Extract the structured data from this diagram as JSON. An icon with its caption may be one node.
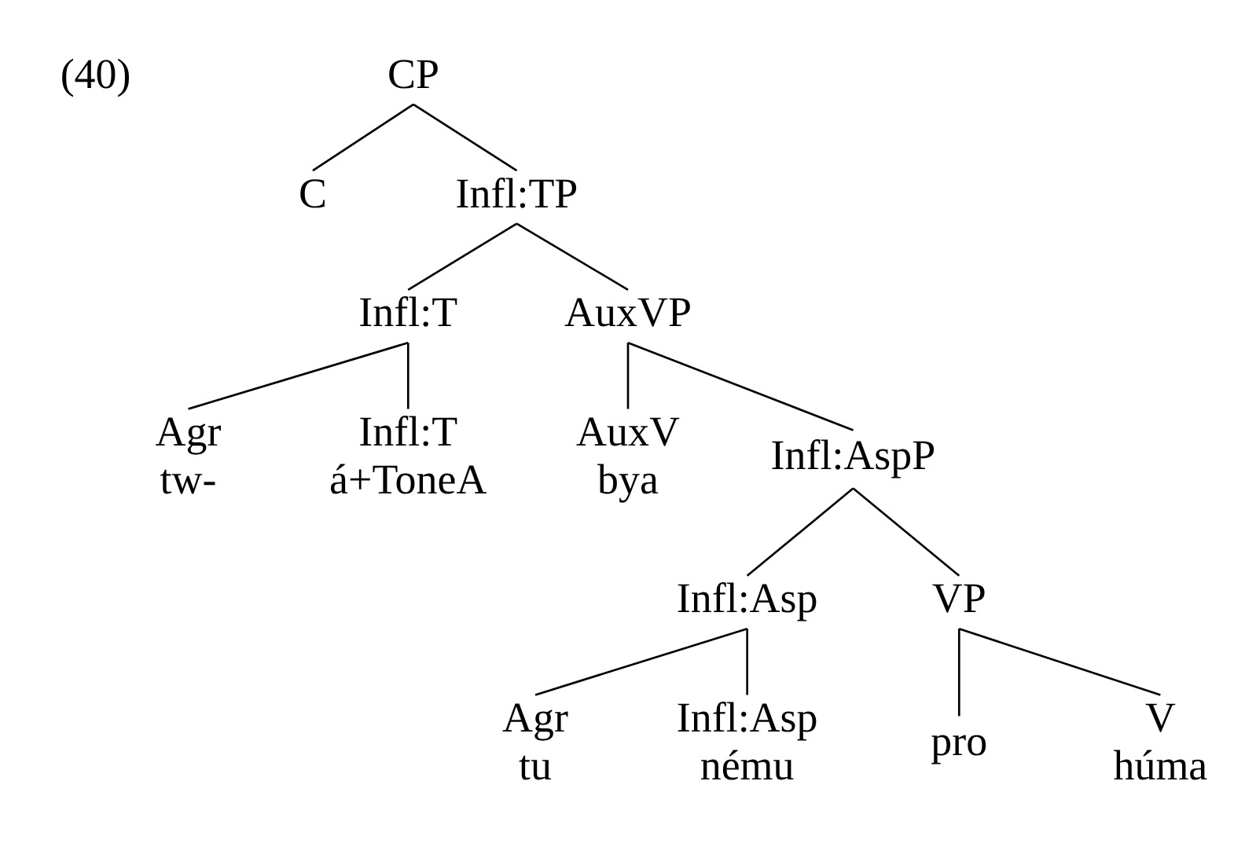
{
  "diagram": {
    "nodes": [
      {
        "text": [
          "CP"
        ]
      },
      {
        "text": [
          "C"
        ]
      },
      {
        "text": [
          "Infl:TP"
        ]
      },
      {
        "text": [
          "Infl:T"
        ]
      },
      {
        "text": [
          "AuxVP"
        ]
      },
      {
        "text": [
          "Agr",
          "tw-"
        ]
      },
      {
        "text": [
          "Infl:T",
          "á+ToneA"
        ]
      },
      {
        "text": [
          "AuxV",
          "bya"
        ]
      },
      {
        "text": [
          "Infl:AspP"
        ]
      },
      {
        "text": [
          "Infl:Asp"
        ]
      },
      {
        "text": [
          "VP"
        ]
      },
      {
        "text": [
          "Agr",
          "tu"
        ]
      },
      {
        "text": [
          "Infl:Asp",
          "nému"
        ]
      },
      {
        "text": [
          "pro"
        ]
      },
      {
        "text": [
          "V",
          "húma"
        ]
      }
    ],
    "edges": [
      {
        "from": 0,
        "to": 1,
        "arrow": "none"
      },
      {
        "from": 0,
        "to": 2,
        "arrow": "none"
      },
      {
        "from": 2,
        "to": 3,
        "arrow": "none"
      },
      {
        "from": 2,
        "to": 4,
        "arrow": "none"
      },
      {
        "from": 3,
        "to": 5,
        "arrow": "none"
      },
      {
        "from": 3,
        "to": 6,
        "arrow": "none"
      },
      {
        "from": 4,
        "to": 7,
        "arrow": "none"
      },
      {
        "from": 4,
        "to": 8,
        "arrow": "none"
      },
      {
        "from": 8,
        "to": 9,
        "arrow": "none"
      },
      {
        "from": 8,
        "to": 10,
        "arrow": "none"
      },
      {
        "from": 9,
        "to": 11,
        "arrow": "none"
      },
      {
        "from": 9,
        "to": 12,
        "arrow": "none"
      },
      {
        "from": 10,
        "to": 13,
        "arrow": "none"
      },
      {
        "from": 10,
        "to": 14,
        "arrow": "none"
      }
    ],
    "labels": [
      "(40)"
    ]
  }
}
